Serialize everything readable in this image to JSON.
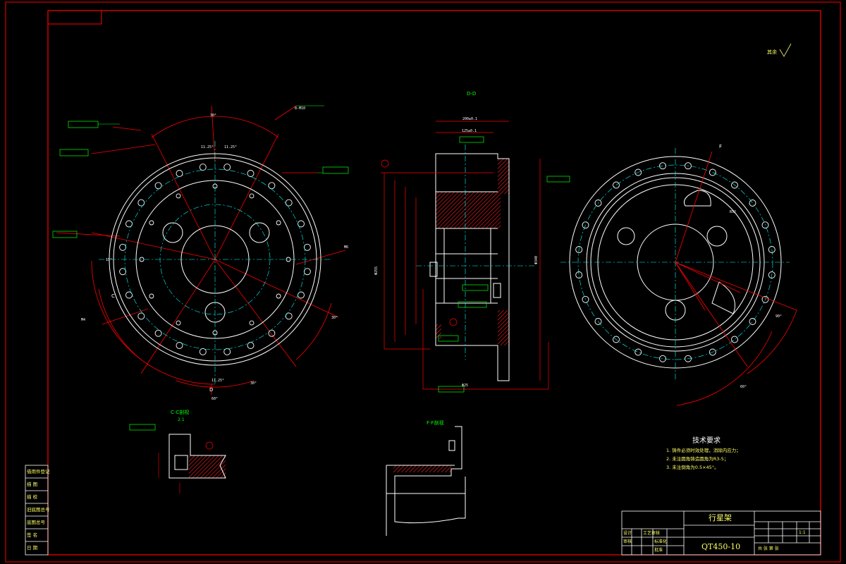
{
  "drawing": {
    "roughness_note": "其余",
    "section_label_top": "D-D",
    "view_c_label": "C-C剖视",
    "view_c_scale": "2:1",
    "view_f_label": "F-F剖视",
    "section_mark_d": "D",
    "section_mark_c": "C",
    "section_mark_f": "F",
    "technical_requirements": {
      "title": "技术要求",
      "items": [
        "1. 铸件必须时效处理，消除内应力；",
        "2. 未注圆角铸造圆角为R3-5；",
        "3. 未注倒角为0.5×45°。"
      ]
    },
    "title_block": {
      "part_name": "行星架",
      "material": "QT450-10",
      "small_cells": [
        "工艺审核",
        "标准化",
        "批准",
        "设计",
        "审核"
      ],
      "scale_label": "1:1",
      "sheet_label": "共 张 第 张"
    },
    "side_strip": [
      "借用件登记",
      "描 图",
      "描 校",
      "旧底图总号",
      "底图总号",
      "签 名",
      "日 期"
    ]
  },
  "colors": {
    "background": "#000000",
    "frame": "#ff0000",
    "geometry": "#ffffff",
    "centerline": "#00ffff",
    "dimension": "#ff0000",
    "annotation": "#00ff00",
    "hatch": "#ff2222",
    "text_yellow": "#ffff66"
  }
}
